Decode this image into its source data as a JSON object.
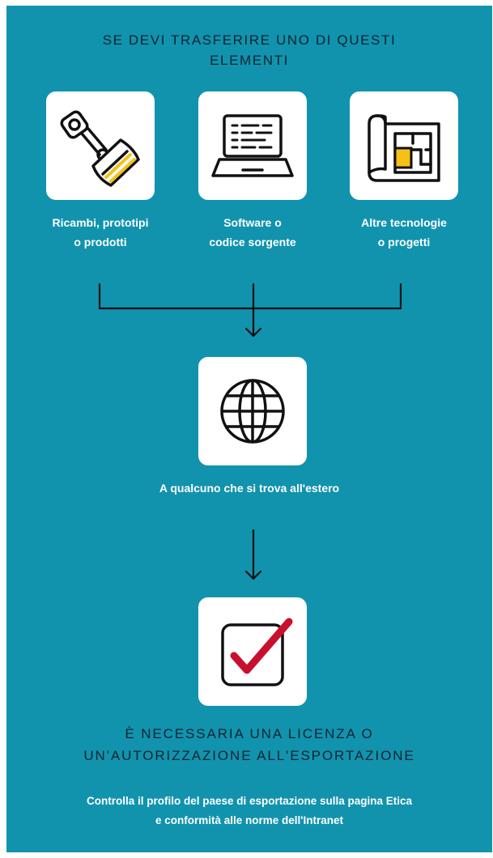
{
  "heading_top": "SE DEVI TRASFERIRE UNO DI QUESTI\nELEMENTI",
  "items": [
    {
      "label": "Ricambi, prototipi\no prodotti",
      "icon": "piston-icon"
    },
    {
      "label": "Software o\ncodice sorgente",
      "icon": "laptop-code-icon"
    },
    {
      "label": "Altre tecnologie\no progetti",
      "icon": "blueprint-icon"
    }
  ],
  "destination": {
    "label": "A qualcuno che si trova all'estero",
    "icon": "globe-icon"
  },
  "result": {
    "icon": "checkbox-checked-icon"
  },
  "heading_bottom": "È NECESSARIA UNA LICENZA O\nUN'AUTORIZZAZIONE ALL'ESPORTAZIONE",
  "footer": "Controlla il profilo del paese di esportazione sulla pagina Etica\ne conformità alle norme dell'Intranet",
  "colors": {
    "panel": "#1193ae",
    "heading": "#0f2430",
    "accent_yellow": "#f5c118",
    "check_red": "#c8102e",
    "line": "#111111"
  }
}
